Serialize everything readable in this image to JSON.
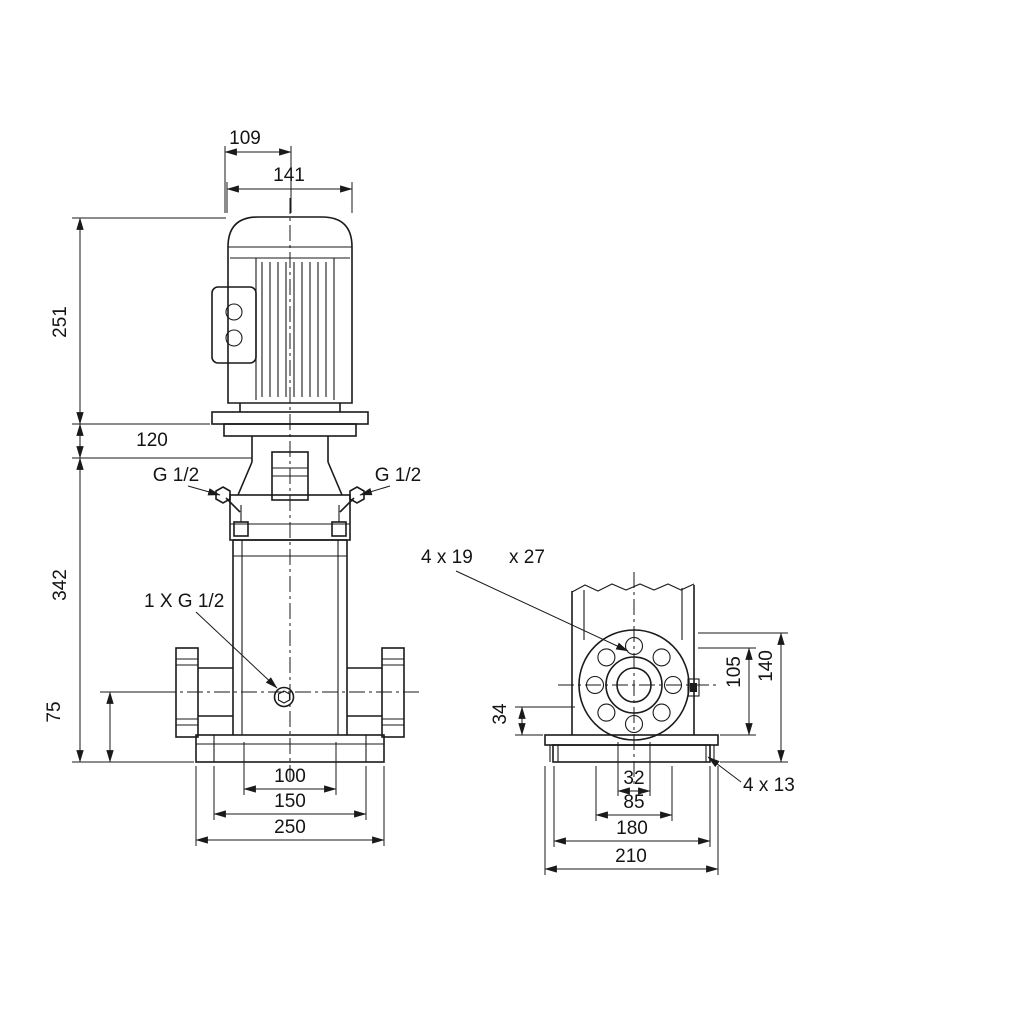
{
  "front_view": {
    "dims": {
      "d109": "109",
      "d141": "141",
      "d251": "251",
      "d120": "120",
      "d342": "342",
      "d75": "75",
      "d100": "100",
      "d150": "150",
      "d250": "250"
    },
    "labels": {
      "vent_left": "G 1/2",
      "vent_right": "G 1/2",
      "drain": "1 X G 1/2"
    }
  },
  "side_view": {
    "dims": {
      "d34": "34",
      "d105": "105",
      "d140": "140",
      "d32": "32",
      "d85": "85",
      "d180": "180",
      "d210": "210"
    },
    "labels": {
      "flange_holes": "4 x 19",
      "flange_holes_2": "x 27",
      "base_holes": "4 x 13"
    }
  }
}
